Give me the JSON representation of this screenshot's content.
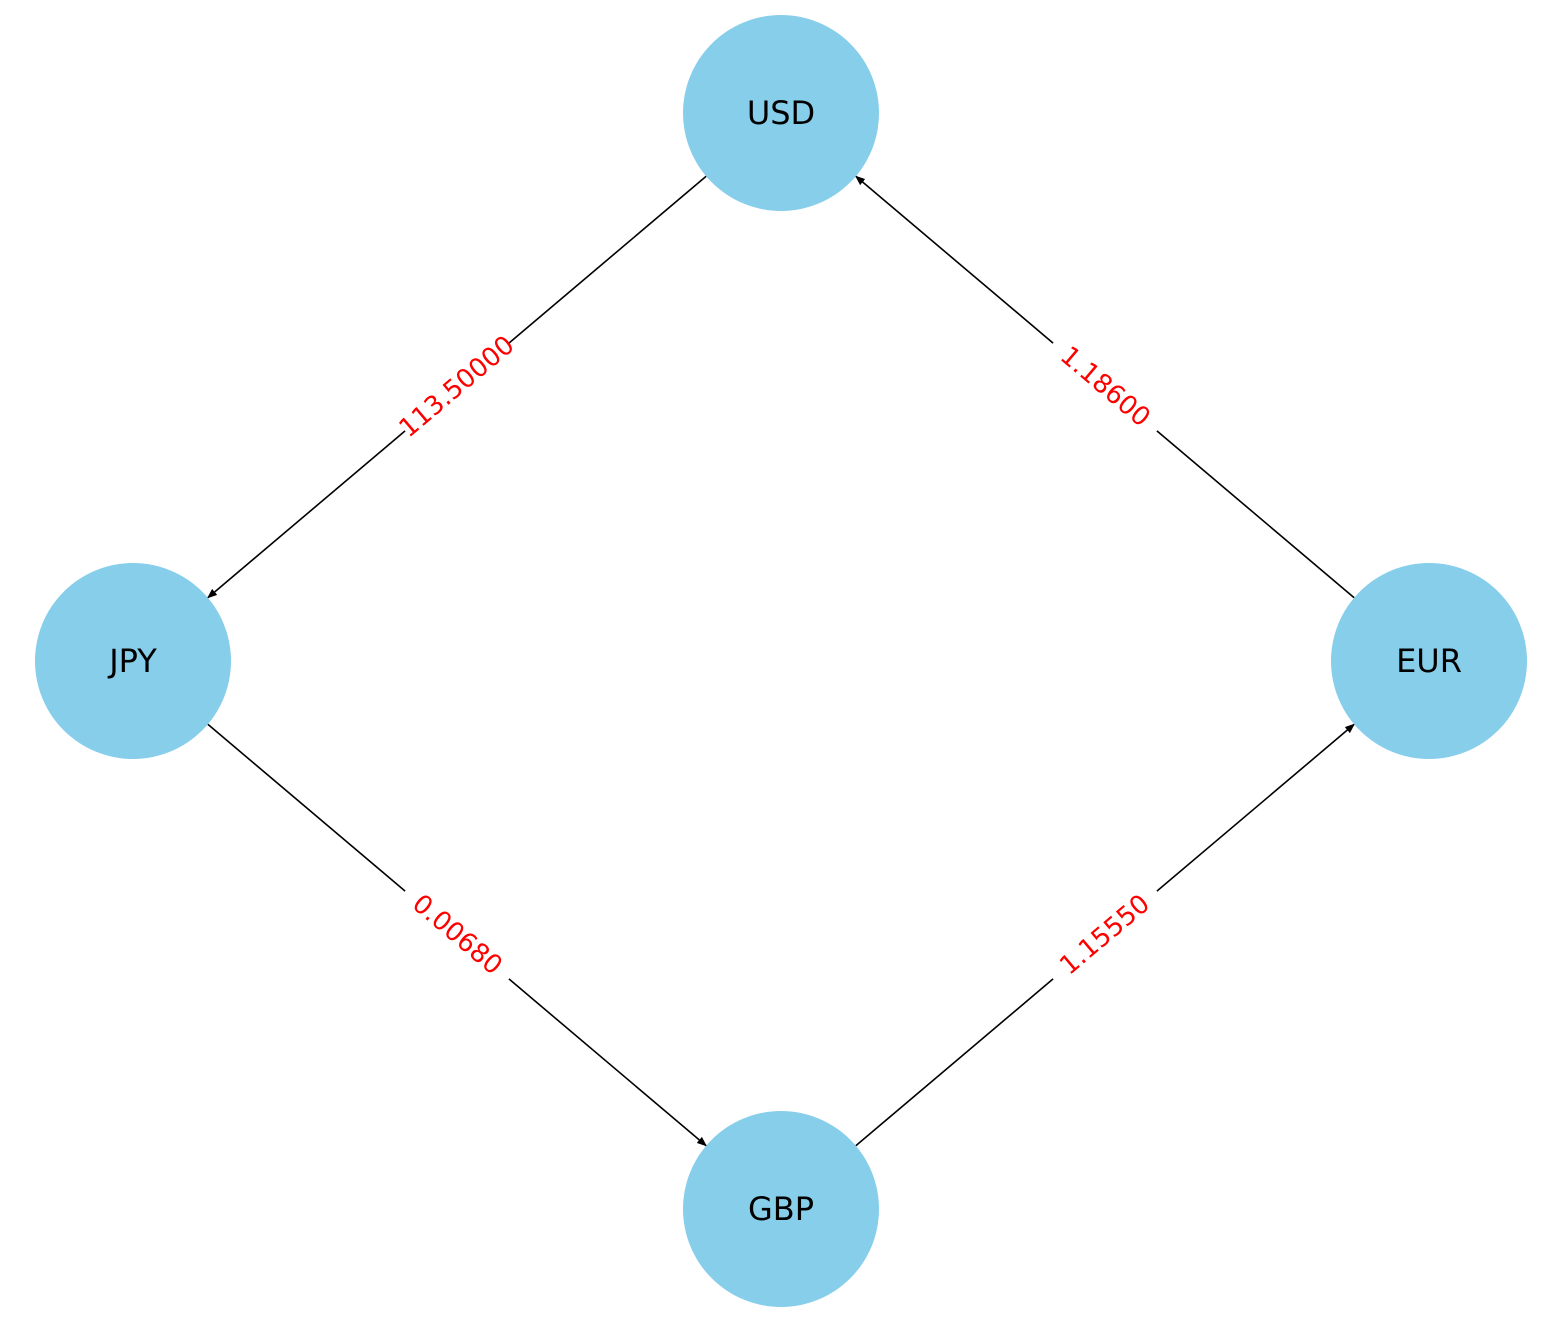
{
  "graph": {
    "node_color": "#87CEEB",
    "edge_label_color": "#FF0000",
    "edge_color": "#000000",
    "nodes": [
      {
        "id": "USD",
        "label": "USD"
      },
      {
        "id": "JPY",
        "label": "JPY"
      },
      {
        "id": "EUR",
        "label": "EUR"
      },
      {
        "id": "GBP",
        "label": "GBP"
      }
    ],
    "edges": [
      {
        "from": "USD",
        "to": "JPY",
        "label": "113.50000"
      },
      {
        "from": "EUR",
        "to": "USD",
        "label": "1.18600"
      },
      {
        "from": "JPY",
        "to": "GBP",
        "label": "0.00680"
      },
      {
        "from": "GBP",
        "to": "EUR",
        "label": "1.15550"
      }
    ]
  }
}
